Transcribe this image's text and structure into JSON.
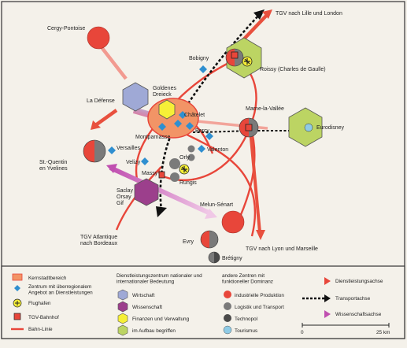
{
  "places": {
    "cergy": "Cergy-Pontoise",
    "bobigny": "Bobigny",
    "roissy": "Roissy (Charles de Gaulle)",
    "goldenes_dreieck": "Goldenes Dreieck",
    "la_defense": "La Défense",
    "chatelet": "Châtelet",
    "marne_la_vallee": "Marne-la-Vallée",
    "eurodisney": "Eurodisney",
    "montparnasse": "Montparnasse",
    "bercy": "Bercy",
    "valenton": "Valenton",
    "versailles": "Versailles",
    "st_quentin": "St.-Quentin en Yvelines",
    "velizy": "Velizy",
    "orly": "Orly",
    "massy": "Massy",
    "rungis": "Rungis",
    "saclay": "Saclay Orsay Gif",
    "melun_senart": "Melun-Sénart",
    "evry": "Evry",
    "bretigny": "Brétigny"
  },
  "routes": {
    "tgv_lille": "TGV nach Lille und London",
    "tgv_atlantique": "TGV Atlantique nach Bordeaux",
    "tgv_lyon": "TGV nach Lyon und Marseille"
  },
  "legend": {
    "kernstadt": "Kernstadtbereich",
    "zentrum": "Zentrum mit überregionalem Angebot an Dienstleistungen",
    "flughafen": "Flughafen",
    "tgv_bahnhof": "TGV-Bahnhof",
    "bahnlinie": "Bahn-Linie",
    "dl_header": "Dienstleistungszentrum nationaler und internationaler Bedeutung",
    "wirtschaft": "Wirtschaft",
    "wissenschaft": "Wissenschaft",
    "finanzen": "Finanzen und Verwaltung",
    "aufbau": "im Aufbau begriffen",
    "andere_header": "andere Zentren mit funktioneller Dominanz",
    "industrie": "industrielle Produktion",
    "logistik": "Logistik und Transport",
    "technopol": "Technopol",
    "tourismus": "Tourismus",
    "dienstleistungsachse": "Dienstleistungsachse",
    "transportachse": "Transportachse",
    "wissenschaftsachse": "Wissenschaftsachse",
    "scale_start": "0",
    "scale_end": "25 km"
  },
  "colors": {
    "red": "#e8463a",
    "service_axis": "#e8503e",
    "science_axis": "#cc5fb4",
    "hex_blue": "#9fa9d6",
    "hex_purple": "#9c3f8c",
    "hex_yellow": "#f6ef37",
    "hex_green": "#bcd463",
    "core_orange": "#f29466",
    "diamond_blue": "#2f8fd0",
    "gray": "#7a7a7a",
    "light_blue": "#8fcbe6"
  }
}
